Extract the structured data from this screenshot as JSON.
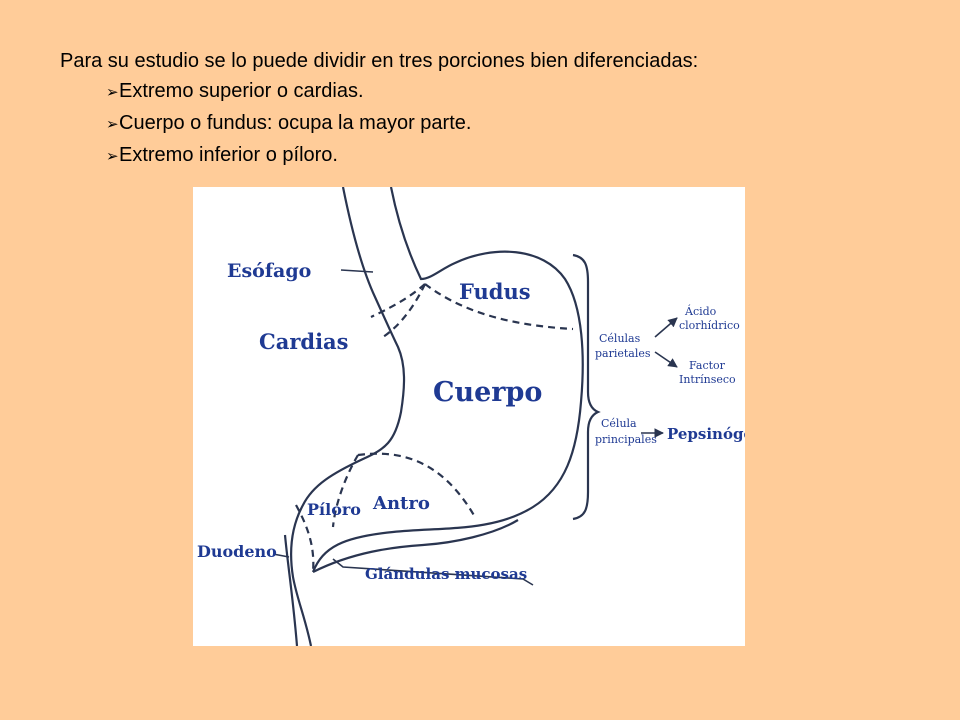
{
  "slide": {
    "intro": "Para su estudio se lo puede dividir en tres porciones bien diferenciadas:",
    "bullet_icon": "arrowhead-bullet-icon",
    "bullets": [
      "Extremo superior o cardias.",
      "Cuerpo o fundus: ocupa  la mayor parte.",
      "Extremo inferior o píloro."
    ]
  },
  "diagram": {
    "labels": {
      "esofago": "Esófago",
      "fudus": "Fudus",
      "cardias": "Cardias",
      "cuerpo": "Cuerpo",
      "piloro": "Píloro",
      "antro": "Antro",
      "duodeno": "Duodeno",
      "glandulas": "Glándulas mucosas",
      "celulas_parietales_1": "Células",
      "celulas_parietales_2": "parietales",
      "acido_1": "Ácido",
      "acido_2": "clorhídrico",
      "factor_1": "Factor",
      "factor_2": "Intrínseco",
      "celulas_principales_1": "Célula",
      "celulas_principales_2": "principales",
      "pepsinogeno": "Pepsinógeno"
    },
    "colors": {
      "label": "#1F3A93",
      "line": "#2a3550",
      "background": "#FFCC99"
    }
  }
}
